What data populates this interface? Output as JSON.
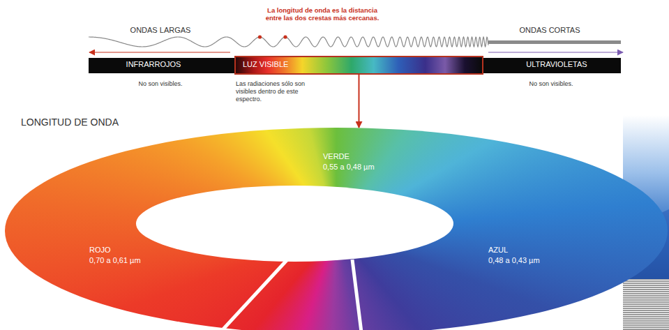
{
  "diagram": {
    "title": "LONGITUD DE ONDA",
    "nodes": [
      {
        "text": [
          "LUZ VISIBLE"
        ]
      },
      {
        "text": [
          "VERDE",
          "0,55 a 0,48 µm",
          "ROJO",
          "0,70 a 0,61 µm",
          "AZUL",
          "0,48 a 0,43 µm"
        ]
      }
    ],
    "edges": [
      {
        "from": 0,
        "to": 1,
        "arrow": "to"
      }
    ],
    "labels": [
      "ONDAS LARGAS",
      "La longitud de onda es la distancia entre las dos crestas más cercanas.",
      "ONDAS CORTAS",
      "INFRARROJOS",
      "ULTRAVIOLETAS",
      "No son visibles.",
      "Las radiaciones sólo son visibles dentro de este espectro.",
      "No son visibles."
    ]
  }
}
